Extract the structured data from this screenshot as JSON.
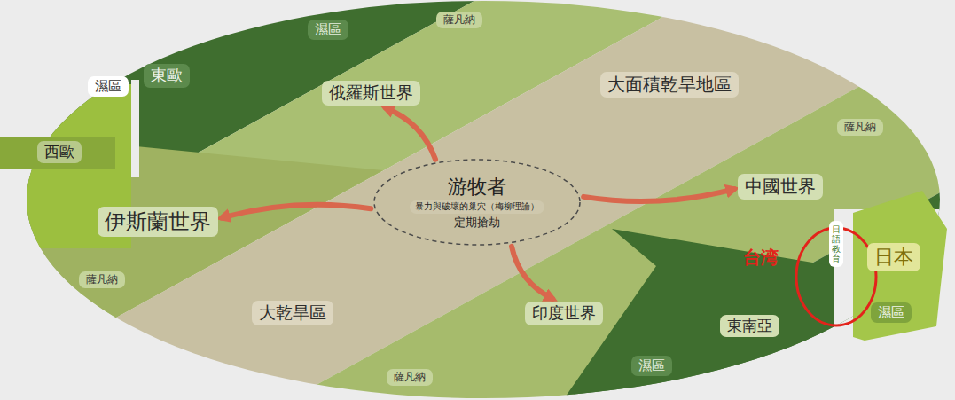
{
  "diagram": {
    "nodes": [
      {
        "text": [
          "濕區"
        ]
      },
      {
        "text": [
          "薩凡納"
        ]
      },
      {
        "text": [
          "東歐"
        ]
      },
      {
        "text": [
          "濕區"
        ]
      },
      {
        "text": [
          "俄羅斯世界"
        ]
      },
      {
        "text": [
          "大面積乾旱地區"
        ]
      },
      {
        "text": [
          "薩凡納"
        ]
      },
      {
        "text": [
          "西歐"
        ]
      },
      {
        "text": [
          "游牧者",
          "暴力與破壞的巢穴（梅柳理論）",
          "定期搶劫"
        ]
      },
      {
        "text": [
          "中國世界"
        ]
      },
      {
        "text": [
          "伊斯蘭世界"
        ]
      },
      {
        "text": [
          "日語教育"
        ]
      },
      {
        "text": [
          "日本"
        ]
      },
      {
        "text": [
          "薩凡納"
        ]
      },
      {
        "text": [
          "大乾旱區"
        ]
      },
      {
        "text": [
          "印度世界"
        ]
      },
      {
        "text": [
          "東南亞"
        ]
      },
      {
        "text": [
          "濕區"
        ]
      },
      {
        "text": [
          "濕區"
        ]
      },
      {
        "text": [
          "薩凡納"
        ]
      }
    ],
    "edges": [
      {
        "from": 8,
        "to": 4,
        "arrow": "to"
      },
      {
        "from": 8,
        "to": 10,
        "arrow": "to"
      },
      {
        "from": 8,
        "to": 9,
        "arrow": "to"
      },
      {
        "from": 8,
        "to": 15,
        "arrow": "to"
      }
    ],
    "labels": [
      "台湾"
    ]
  }
}
